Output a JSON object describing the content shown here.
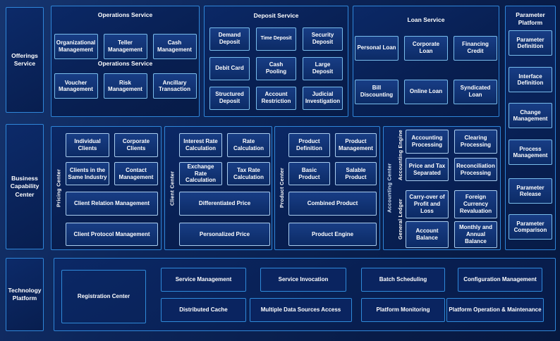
{
  "colors": {
    "background": "#0a2257",
    "panel_border": "#2f86d9",
    "box_border": "#79bdec",
    "box_fill_top": "#183d85",
    "box_fill_bottom": "#0c2b66",
    "text": "#ffffff"
  },
  "left_rail": {
    "offerings": "Offerings Service",
    "business": "Business Capability Center",
    "technology": "Technology Platform"
  },
  "top_row": {
    "operations": {
      "title": "Operations Service",
      "subtitle": "Operations Service",
      "row1": [
        "Organizational Management",
        "Teller Management",
        "Cash Management"
      ],
      "row2": [
        "Voucher Management",
        "Risk Management",
        "Ancillary Transaction"
      ]
    },
    "deposit": {
      "title": "Deposit Service",
      "rows": [
        [
          "Demand Deposit",
          "Time Deposit",
          "Security Deposit"
        ],
        [
          "Debit Card",
          "Cash Pooling",
          "Large Deposit"
        ],
        [
          "Structured Deposit",
          "Account Restriction",
          "Judicial Investigation"
        ]
      ]
    },
    "loan": {
      "title": "Loan Service",
      "rows": [
        [
          "Personal Loan",
          "Corporate Loan",
          "Financing Credit"
        ],
        [
          "Bill Discounting",
          "Online Loan",
          "Syndicated Loan"
        ]
      ]
    }
  },
  "parameter_platform": {
    "title": "Parameter Platform",
    "items": [
      "Parameter Definition",
      "Interface Definition",
      "Change Management",
      "Process Management",
      "Parameter Release",
      "Parameter Comparison"
    ]
  },
  "middle_row": {
    "pricing_center": {
      "vertical_label": "Pricing Center",
      "small": [
        [
          "Individual Clients",
          "Corporate Clients"
        ],
        [
          "Clients in the Same Industry",
          "Contact Management"
        ]
      ],
      "wide": [
        "Client Relation Management",
        "Client Protocol Management"
      ]
    },
    "client_center": {
      "vertical_label": "Client Center",
      "small": [
        [
          "Interest Rate Calculation",
          "Rate Calculation"
        ],
        [
          "Exchange Rate Calculation",
          "Tax Rate Calculation"
        ]
      ],
      "wide": [
        "Differentiated Price",
        "Personalized Price"
      ]
    },
    "product_center": {
      "vertical_label": "Product Center",
      "small": [
        [
          "Product Definition",
          "Product Management"
        ],
        [
          "Basic Product",
          "Salable Product"
        ]
      ],
      "wide": [
        "Combined Product",
        "Product Engine"
      ]
    },
    "accounting_center": {
      "vertical_label": "Accounting Center",
      "engine": {
        "vertical_label": "Accounting Engine",
        "boxes": [
          [
            "Accounting Processing",
            "Clearing Processing"
          ],
          [
            "Price and Tax Separated",
            "Reconciliation Processing"
          ]
        ]
      },
      "ledger": {
        "vertical_label": "General Ledger",
        "boxes": [
          [
            "Carry-over of Profit and Loss",
            "Foreign Currency Revaluation"
          ],
          [
            "Account Balance",
            "Monthly and Annual Balance"
          ]
        ]
      }
    }
  },
  "bottom_row": {
    "registration": "Registration Center",
    "top_boxes": [
      "Service Management",
      "Service Invocation",
      "Batch Scheduling",
      "Configuration Management"
    ],
    "bottom_boxes": [
      "Distributed Cache",
      "Multiple Data Sources Access",
      "Platform Monitoring",
      "Platform Operation & Maintenance"
    ]
  }
}
